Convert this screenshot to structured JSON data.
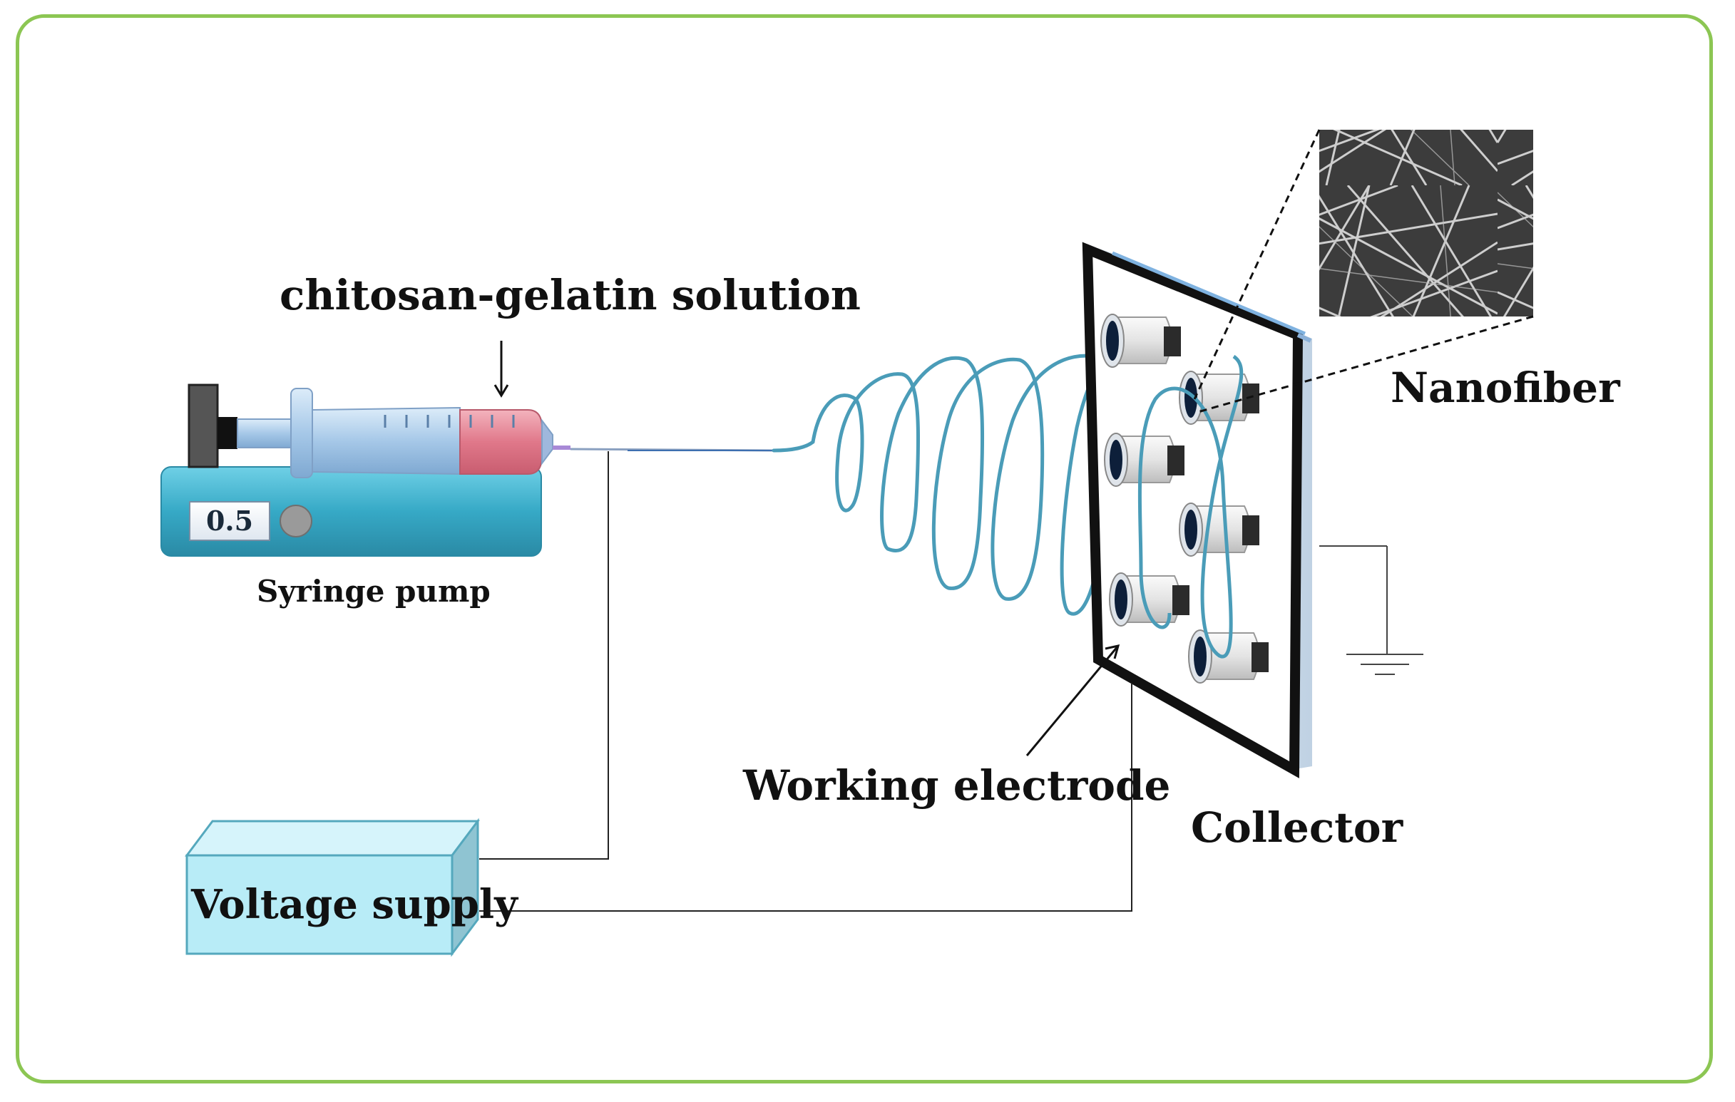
{
  "labels": {
    "solution": "chitosan-gelatin solution",
    "syringe_pump": "Syringe pump",
    "pump_display": "0.5",
    "nanofiber": "Nanofiber",
    "working_electrode": "Working electrode",
    "collector": "Collector",
    "voltage_supply": "Voltage supply"
  },
  "colors": {
    "border": "#8cc653",
    "fiber": "#4a9cb8",
    "pump_body": "#3aa6bf",
    "voltage_box": "#b8ecf7",
    "syringe_liquid": "#e07a8a"
  }
}
